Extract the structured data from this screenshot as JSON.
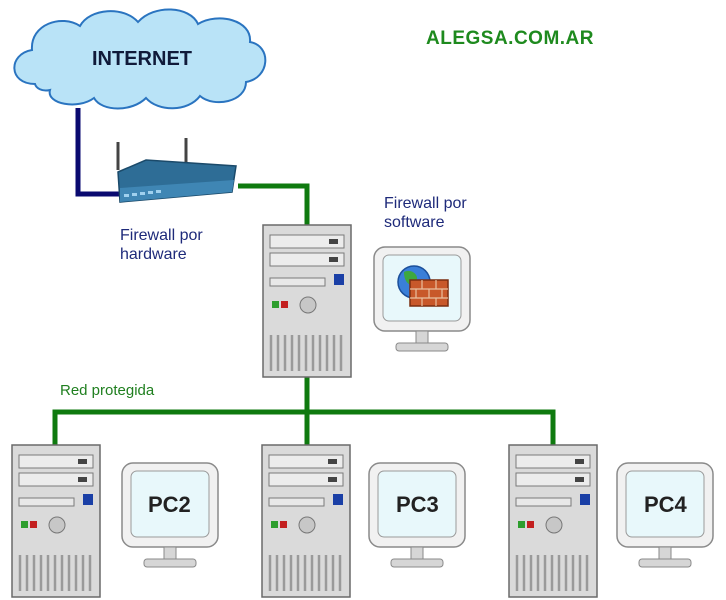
{
  "diagram": {
    "site": "ALEGSA.COM.AR",
    "cloud_label": "INTERNET",
    "hw_firewall_label": "Firewall por\nhardware",
    "sw_firewall_label": "Firewall por\nsoftware",
    "network_label": "Red protegida",
    "pcs": [
      "PC2",
      "PC3",
      "PC4"
    ],
    "colors": {
      "wire_internet": "#0a0a70",
      "wire_lan": "#0f7a0f",
      "cloud_fill": "#b9e3f7",
      "cloud_stroke": "#2a74c0",
      "router_body": "#2e6d96",
      "case_body": "#dadada",
      "monitor_screen": "#e8f8fb"
    },
    "icons": {
      "cloud": "internet-cloud-icon",
      "router": "router-icon",
      "server": "server-tower-icon",
      "firewall_monitor": "firewall-brick-globe-icon",
      "desktop": "desktop-tower-icon",
      "monitor": "monitor-icon"
    }
  }
}
